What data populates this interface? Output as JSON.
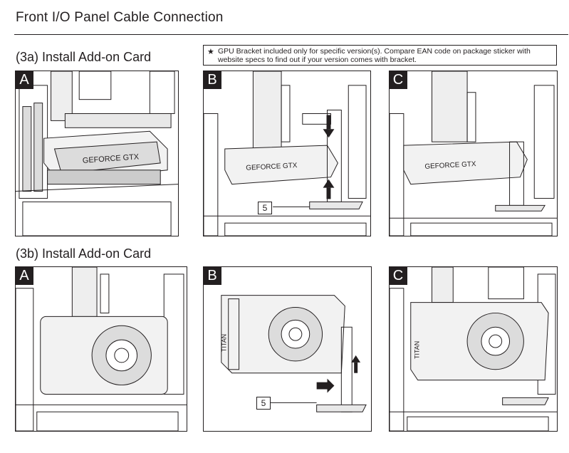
{
  "page": {
    "title": "Front I/O Panel Cable Connection"
  },
  "section_a": {
    "heading": "(3a) Install Add-on Card"
  },
  "section_b": {
    "heading": "(3b) Install Add-on Card"
  },
  "note": {
    "icon": "star-icon",
    "text": "GPU Bracket included only for specific version(s). Compare EAN code on package sticker with website specs to find out if your version comes with bracket."
  },
  "panels": {
    "a1": {
      "label": "A"
    },
    "a2": {
      "label": "B",
      "callout": "5"
    },
    "a3": {
      "label": "C"
    },
    "b1": {
      "label": "A"
    },
    "b2": {
      "label": "B",
      "callout": "5"
    },
    "b3": {
      "label": "C"
    }
  },
  "card": {
    "brand_gtx": "GEFORCE GTX",
    "brand_titan": "TITAN"
  }
}
